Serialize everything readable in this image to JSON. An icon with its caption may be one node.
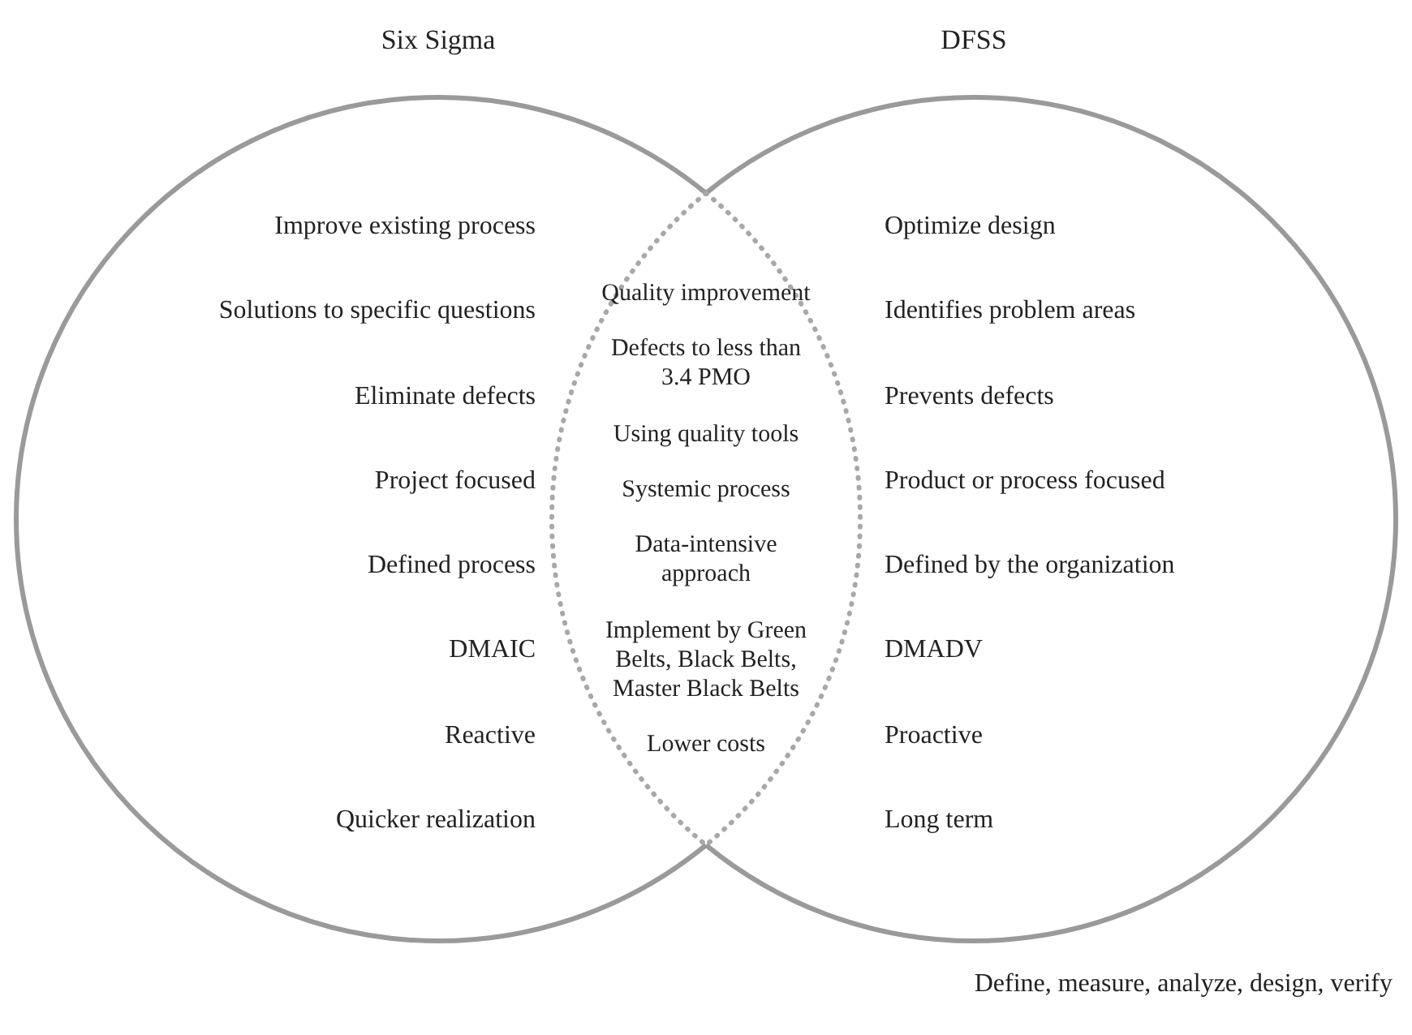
{
  "diagram": {
    "nodes": [
      {
        "text": [
          "Six Sigma",
          "Improve existing process",
          "Solutions to specific questions",
          "Eliminate defects",
          "Project focused",
          "Defined process",
          "DMAIC",
          "Reactive",
          "Quicker realization"
        ]
      },
      {
        "text": [
          "DFSS",
          "Optimize design",
          "Identifies problem areas",
          "Prevents defects",
          "Product or process focused",
          "Defined by the organization",
          "DMADV",
          "Proactive",
          "Long term"
        ]
      }
    ],
    "edges": [],
    "labels": [
      "Quality improvement",
      "Defects to less than 3.4 PMO",
      "Using quality tools",
      "Systemic process",
      "Data-intensive approach",
      "Implement by Green Belts, Black Belts, Master Black Belts",
      "Lower costs",
      "Define, measure, analyze, design, verify"
    ]
  }
}
